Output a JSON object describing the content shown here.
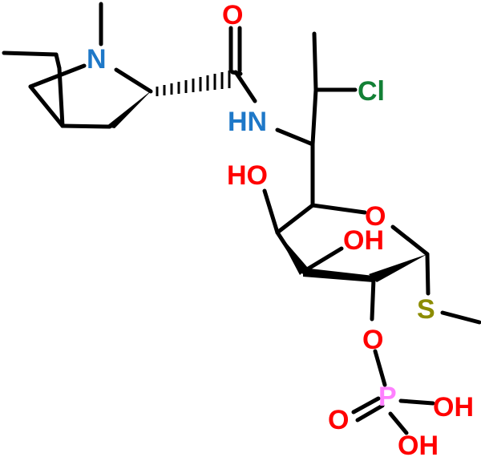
{
  "molecule": {
    "colors": {
      "O": "#ff0000",
      "N": "#1e78c8",
      "Cl": "#128035",
      "S": "#8c8c00",
      "P": "#ff80ff",
      "bond": "#000000"
    },
    "atoms": {
      "n_ring": "N",
      "o_carbonyl": "O",
      "hn_amide": "HN",
      "cl": "Cl",
      "ho_left": "HO",
      "o_ring": "O",
      "oh_mid": "OH",
      "s_thio": "S",
      "o_phosphate": "O",
      "p": "P",
      "o_double": "O",
      "oh_p1": "OH",
      "oh_p2": "OH"
    }
  }
}
